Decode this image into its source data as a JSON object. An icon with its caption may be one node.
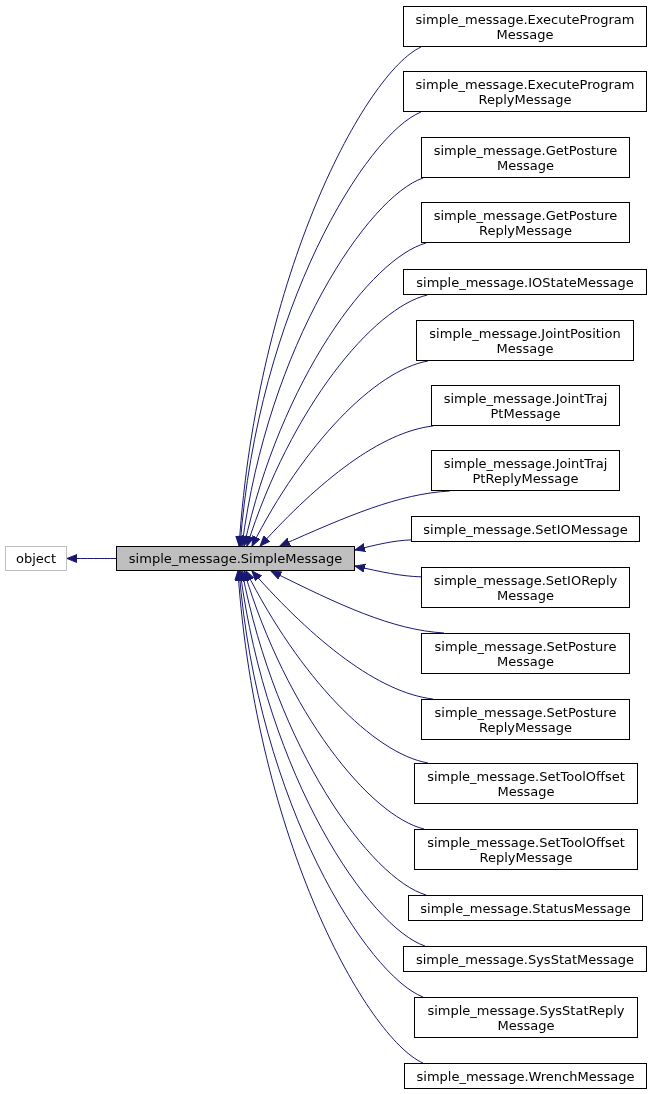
{
  "diagram": {
    "nodes": [
      {
        "text": [
          "object"
        ]
      },
      {
        "text": [
          "simple_message.SimpleMessage"
        ]
      },
      {
        "text": [
          "simple_message.ExecuteProgram Message"
        ]
      },
      {
        "text": [
          "simple_message.ExecuteProgram ReplyMessage"
        ]
      },
      {
        "text": [
          "simple_message.GetPosture Message"
        ]
      },
      {
        "text": [
          "simple_message.GetPosture ReplyMessage"
        ]
      },
      {
        "text": [
          "simple_message.IOStateMessage"
        ]
      },
      {
        "text": [
          "simple_message.JointPosition Message"
        ]
      },
      {
        "text": [
          "simple_message.JointTraj PtMessage"
        ]
      },
      {
        "text": [
          "simple_message.JointTraj PtReplyMessage"
        ]
      },
      {
        "text": [
          "simple_message.SetIOMessage"
        ]
      },
      {
        "text": [
          "simple_message.SetIOReply Message"
        ]
      },
      {
        "text": [
          "simple_message.SetPosture Message"
        ]
      },
      {
        "text": [
          "simple_message.SetPosture ReplyMessage"
        ]
      },
      {
        "text": [
          "simple_message.SetToolOffset Message"
        ]
      },
      {
        "text": [
          "simple_message.SetToolOffset ReplyMessage"
        ]
      },
      {
        "text": [
          "simple_message.StatusMessage"
        ]
      },
      {
        "text": [
          "simple_message.SysStatMessage"
        ]
      },
      {
        "text": [
          "simple_message.SysStatReply Message"
        ]
      },
      {
        "text": [
          "simple_message.WrenchMessage"
        ]
      }
    ],
    "edges": [
      {
        "from": 1,
        "to": 0,
        "arrow": "to"
      },
      {
        "from": 2,
        "to": 1,
        "arrow": "to"
      },
      {
        "from": 3,
        "to": 1,
        "arrow": "to"
      },
      {
        "from": 4,
        "to": 1,
        "arrow": "to"
      },
      {
        "from": 5,
        "to": 1,
        "arrow": "to"
      },
      {
        "from": 6,
        "to": 1,
        "arrow": "to"
      },
      {
        "from": 7,
        "to": 1,
        "arrow": "to"
      },
      {
        "from": 8,
        "to": 1,
        "arrow": "to"
      },
      {
        "from": 9,
        "to": 1,
        "arrow": "to"
      },
      {
        "from": 10,
        "to": 1,
        "arrow": "to"
      },
      {
        "from": 11,
        "to": 1,
        "arrow": "to"
      },
      {
        "from": 12,
        "to": 1,
        "arrow": "to"
      },
      {
        "from": 13,
        "to": 1,
        "arrow": "to"
      },
      {
        "from": 14,
        "to": 1,
        "arrow": "to"
      },
      {
        "from": 15,
        "to": 1,
        "arrow": "to"
      },
      {
        "from": 16,
        "to": 1,
        "arrow": "to"
      },
      {
        "from": 17,
        "to": 1,
        "arrow": "to"
      },
      {
        "from": 18,
        "to": 1,
        "arrow": "to"
      },
      {
        "from": 19,
        "to": 1,
        "arrow": "to"
      }
    ]
  }
}
